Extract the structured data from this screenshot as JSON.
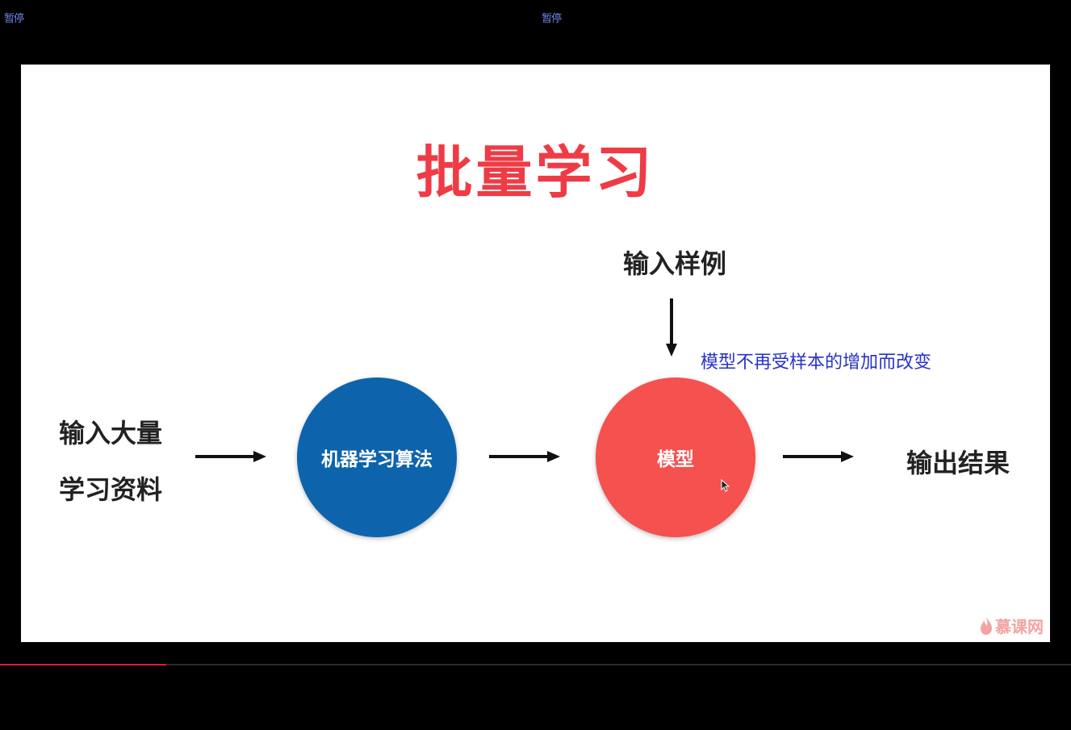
{
  "overlay": {
    "pause_left": "暂停",
    "pause_center": "暂停"
  },
  "slide": {
    "title": "批量学习",
    "input_batch": [
      "输入大量",
      "学习资料"
    ],
    "algorithm_label": "机器学习算法",
    "input_sample": "输入样例",
    "model_label": "模型",
    "output_label": "输出结果",
    "annotation": "模型不再受样本的增加而改变",
    "watermark": "慕课网"
  },
  "player": {
    "progress": 0.155
  },
  "colors": {
    "title": "#ef3b45",
    "algorithm_circle": "#0d64ac",
    "model_circle": "#f4514f",
    "annotation": "#2732c9",
    "progress": "#d9202a"
  }
}
